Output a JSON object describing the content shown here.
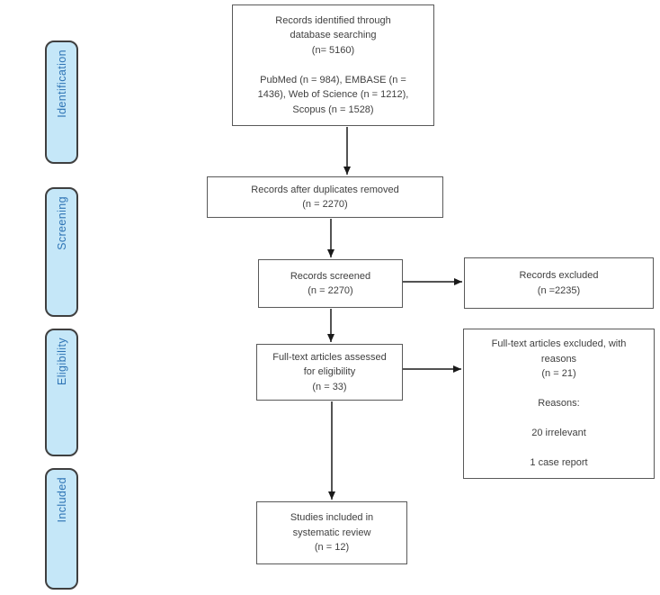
{
  "stages": [
    {
      "label": "Identification"
    },
    {
      "label": "Screening"
    },
    {
      "label": "Eligibility"
    },
    {
      "label": "Included"
    }
  ],
  "boxes": {
    "identified": {
      "text": "Records identified through\ndatabase searching\n(n= 5160)\n\nPubMed (n = 984), EMBASE (n =\n1436), Web of Science (n = 1212),\nScopus (n = 1528)"
    },
    "duplicates_removed": {
      "text": "Records after duplicates removed\n(n = 2270)"
    },
    "screened": {
      "text": "Records screened\n(n = 2270)"
    },
    "records_excluded": {
      "text": "Records excluded\n(n =2235)"
    },
    "fulltext_assessed": {
      "text": "Full-text articles assessed\nfor eligibility\n(n = 33)"
    },
    "fulltext_excluded": {
      "text": "Full-text articles excluded, with\nreasons\n(n = 21)\n\nReasons:\n\n20 irrelevant\n\n1 case report"
    },
    "included_studies": {
      "text": "Studies included in\nsystematic review\n(n = 12)"
    }
  },
  "colors": {
    "stage_fill": "#c5e7f8",
    "stage_border": "#3f3f3f",
    "stage_text": "#2e74b5",
    "box_border": "#595959",
    "box_text": "#404040",
    "arrow": "#1a1a1a",
    "background": "#ffffff"
  }
}
